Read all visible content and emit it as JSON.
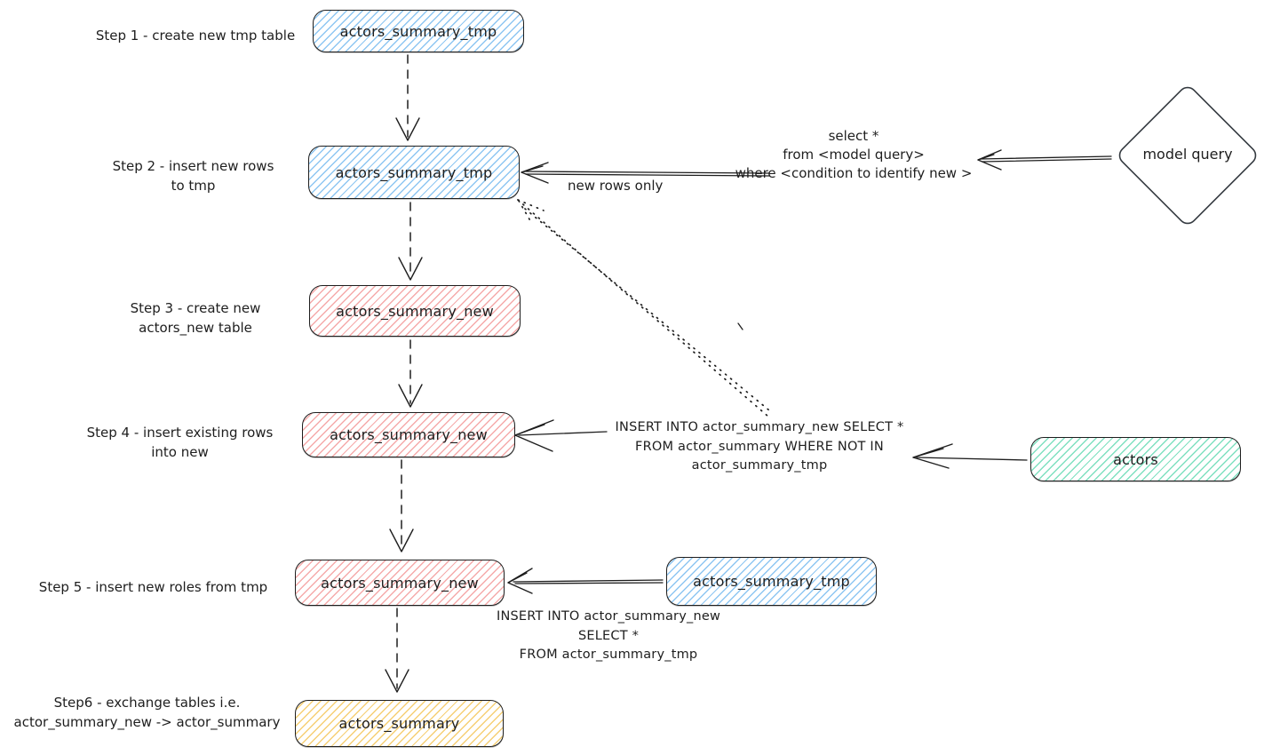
{
  "steps": [
    {
      "label": "Step 1 - create new tmp table",
      "node": "actors_summary_tmp"
    },
    {
      "label": "Step 2 - insert new rows\nto tmp",
      "node": "actors_summary_tmp"
    },
    {
      "label": "Step 3 - create new\nactors_new table",
      "node": "actors_summary_new"
    },
    {
      "label": "Step 4 - insert existing rows\ninto new",
      "node": "actors_summary_new"
    },
    {
      "label": "Step 5 - insert new roles from tmp",
      "node": "actors_summary_new"
    },
    {
      "label": "Step6 - exchange tables i.e.\nactor_summary_new -> actor_summary",
      "node": "actors_summary"
    }
  ],
  "nodes": {
    "model_query": "model query",
    "actors": "actors",
    "tmp_source": "actors_summary_tmp"
  },
  "annotations": {
    "select_query": "select *\nfrom <model query>\nwhere <condition to identify new >",
    "new_rows_only": "new rows only",
    "insert_existing_sql": "INSERT INTO actor_summary_new SELECT *\nFROM actor_summary WHERE NOT IN\nactor_summary_tmp",
    "insert_from_tmp_sql": "INSERT INTO actor_summary_new\nSELECT *\nFROM actor_summary_tmp"
  },
  "colors": {
    "stroke": "#1e1e1e",
    "blue": "#a5d8ff",
    "pink": "#ffc9c9",
    "green": "#96f2d7",
    "yellow": "#ffec99"
  }
}
